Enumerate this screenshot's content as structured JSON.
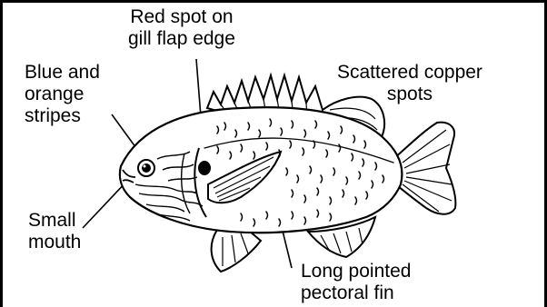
{
  "labels": {
    "red_spot": [
      "Red spot on",
      "gill flap edge"
    ],
    "blue_orange": [
      "Blue and",
      "orange",
      "stripes"
    ],
    "copper": [
      "Scattered copper",
      "spots"
    ],
    "small_mouth": [
      "Small",
      "mouth"
    ],
    "pectoral": [
      "Long pointed",
      "pectoral fin"
    ]
  },
  "colors": {
    "ink": "#000000",
    "background": "#ffffff"
  }
}
